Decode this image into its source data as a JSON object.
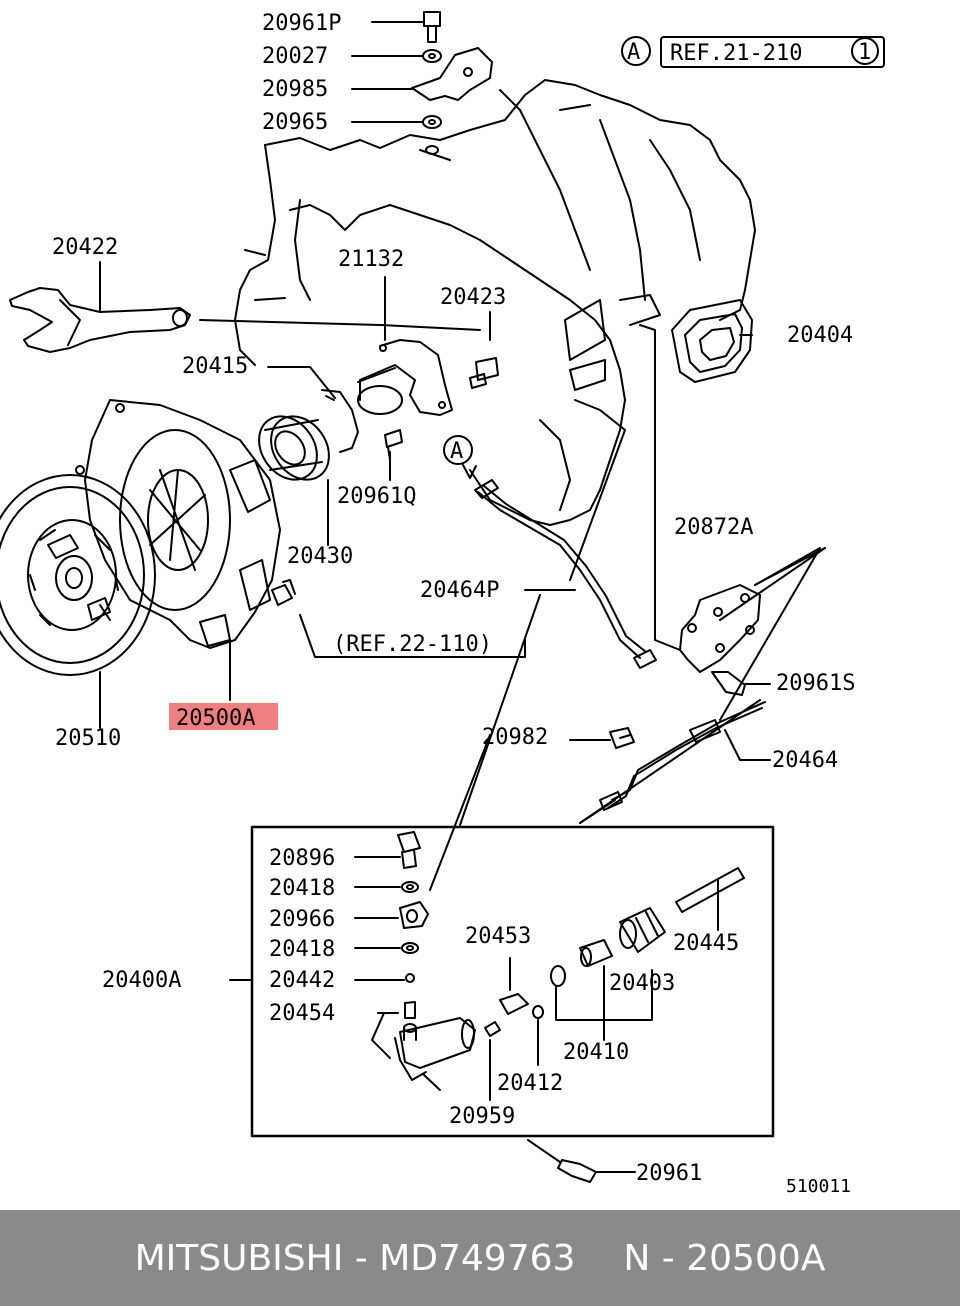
{
  "diagram": {
    "parts": {
      "p20961P": "20961P",
      "p20027": "20027",
      "p20985": "20985",
      "p20965": "20965",
      "p20422": "20422",
      "p21132": "21132",
      "p20423": "20423",
      "p20404": "20404",
      "p20415": "20415",
      "p20961Q": "20961Q",
      "p20430": "20430",
      "p20872A": "20872A",
      "p20464P": "20464P",
      "p20961S": "20961S",
      "p20510": "20510",
      "p20500A": "20500A",
      "p20982": "20982",
      "p20464": "20464",
      "p20896": "20896",
      "p20418a": "20418",
      "p20966": "20966",
      "p20418b": "20418",
      "p20400A": "20400A",
      "p20442": "20442",
      "p20454": "20454",
      "p20453": "20453",
      "p20445": "20445",
      "p20403": "20403",
      "p20410": "20410",
      "p20412": "20412",
      "p20959": "20959",
      "p20961": "20961"
    },
    "refs": {
      "ref_21_210": "REF.21-210",
      "ref_21_210_num": "1",
      "ref_22_110": "(REF.22-110)",
      "marker_a": "A",
      "marker_a2": "A"
    },
    "diagram_code": "510011",
    "highlight_color": "#f08080"
  },
  "footer": {
    "left": "MITSUBISHI - MD749763",
    "right": "N - 20500A"
  }
}
